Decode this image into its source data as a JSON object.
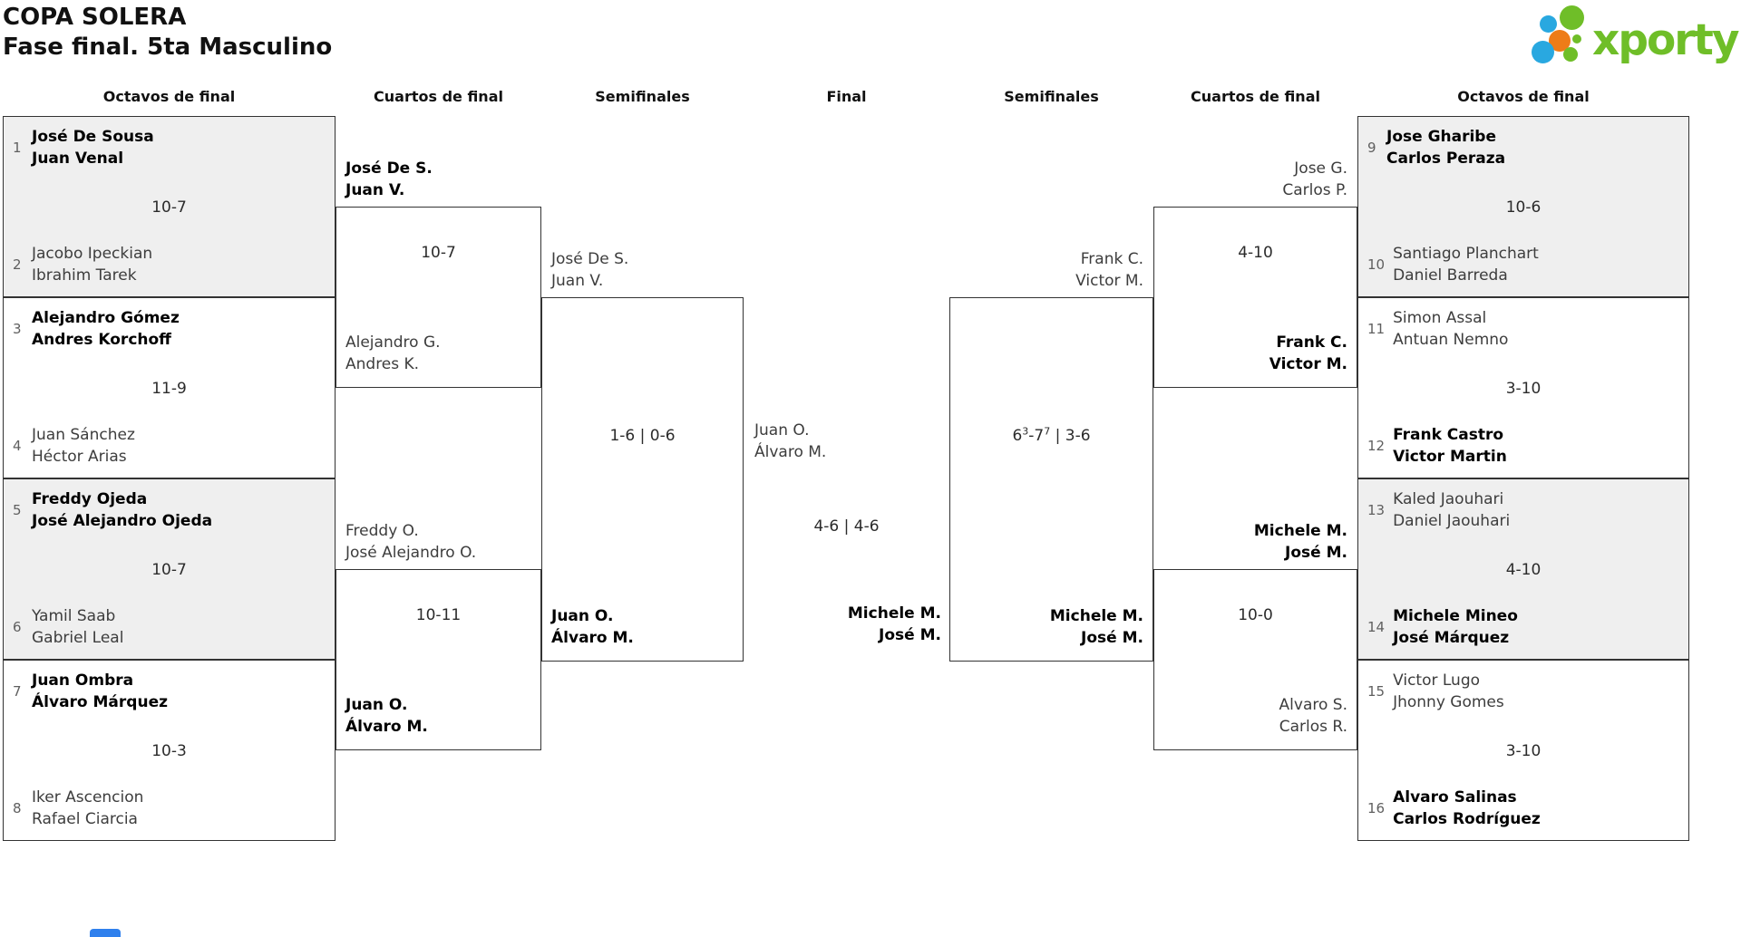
{
  "header": {
    "title": "COPA SOLERA",
    "subtitle": "Fase final. 5ta Masculino"
  },
  "logo": {
    "text": "xporty",
    "green": "#6fbe28",
    "blue": "#29a8e0",
    "orange": "#ee7c18"
  },
  "rounds": {
    "left_octavos": "Octavos de final",
    "left_cuartos": "Cuartos de final",
    "left_semis": "Semifinales",
    "final": "Final",
    "right_semis": "Semifinales",
    "right_cuartos": "Cuartos de final",
    "right_octavos": "Octavos de final"
  },
  "octavos_left": [
    {
      "seed_top": "1",
      "team_top": [
        "José De Sousa",
        "Juan Venal"
      ],
      "score": "10-7",
      "seed_bottom": "2",
      "team_bottom": [
        "Jacobo Ipeckian",
        "Ibrahim Tarek"
      ],
      "winner": "top"
    },
    {
      "seed_top": "3",
      "team_top": [
        "Alejandro Gómez",
        "Andres Korchoff"
      ],
      "score": "11-9",
      "seed_bottom": "4",
      "team_bottom": [
        "Juan Sánchez",
        "Héctor Arias"
      ],
      "winner": "top"
    },
    {
      "seed_top": "5",
      "team_top": [
        "Freddy Ojeda",
        "José Alejandro Ojeda"
      ],
      "score": "10-7",
      "seed_bottom": "6",
      "team_bottom": [
        "Yamil Saab",
        "Gabriel Leal"
      ],
      "winner": "top"
    },
    {
      "seed_top": "7",
      "team_top": [
        "Juan Ombra",
        "Álvaro Márquez"
      ],
      "score": "10-3",
      "seed_bottom": "8",
      "team_bottom": [
        "Iker Ascencion",
        "Rafael Ciarcia"
      ],
      "winner": "top"
    }
  ],
  "octavos_right": [
    {
      "seed_top": "9",
      "team_top": [
        "Jose Gharibe",
        "Carlos Peraza"
      ],
      "score": "10-6",
      "seed_bottom": "10",
      "team_bottom": [
        "Santiago Planchart",
        "Daniel Barreda"
      ],
      "winner": "top"
    },
    {
      "seed_top": "11",
      "team_top": [
        "Simon Assal",
        "Antuan Nemno"
      ],
      "score": "3-10",
      "seed_bottom": "12",
      "team_bottom": [
        "Frank Castro",
        "Victor Martin"
      ],
      "winner": "bottom"
    },
    {
      "seed_top": "13",
      "team_top": [
        "Kaled Jaouhari",
        "Daniel Jaouhari"
      ],
      "score": "4-10",
      "seed_bottom": "14",
      "team_bottom": [
        "Michele Mineo",
        "José Márquez"
      ],
      "winner": "bottom"
    },
    {
      "seed_top": "15",
      "team_top": [
        "Victor Lugo",
        "Jhonny Gomes"
      ],
      "score": "3-10",
      "seed_bottom": "16",
      "team_bottom": [
        "Alvaro Salinas",
        "Carlos Rodríguez"
      ],
      "winner": "bottom"
    }
  ],
  "cuartos_left": [
    {
      "team_top": [
        "José De S.",
        "Juan V."
      ],
      "score": "10-7",
      "team_bottom": [
        "Alejandro G.",
        "Andres K."
      ],
      "winner": "top"
    },
    {
      "team_top": [
        "Freddy O.",
        "José Alejandro O."
      ],
      "score": "10-11",
      "team_bottom": [
        "Juan O.",
        "Álvaro M."
      ],
      "winner": "bottom"
    }
  ],
  "cuartos_right": [
    {
      "team_top": [
        "Jose G.",
        "Carlos P."
      ],
      "score": "4-10",
      "team_bottom": [
        "Frank C.",
        "Victor M."
      ],
      "winner": "bottom"
    },
    {
      "team_top": [
        "Michele M.",
        "José M."
      ],
      "score": "10-0",
      "team_bottom": [
        "Alvaro S.",
        "Carlos R."
      ],
      "winner": "top"
    }
  ],
  "semi_left": {
    "team_top": [
      "José De S.",
      "Juan V."
    ],
    "score": "1-6 | 0-6",
    "team_bottom": [
      "Juan O.",
      "Álvaro M."
    ],
    "winner": "bottom"
  },
  "semi_right": {
    "team_top": [
      "Frank C.",
      "Victor M."
    ],
    "score_parts": {
      "a": "6",
      "a_sup": "3",
      "b": "-7",
      "b_sup": "7",
      "c": " | 3-6"
    },
    "team_bottom": [
      "Michele M.",
      "José M."
    ],
    "winner": "bottom"
  },
  "final": {
    "team_top": [
      "Juan O.",
      "Álvaro M."
    ],
    "score": "4-6 | 4-6",
    "team_bottom": [
      "Michele M.",
      "José M."
    ],
    "winner": "bottom"
  }
}
